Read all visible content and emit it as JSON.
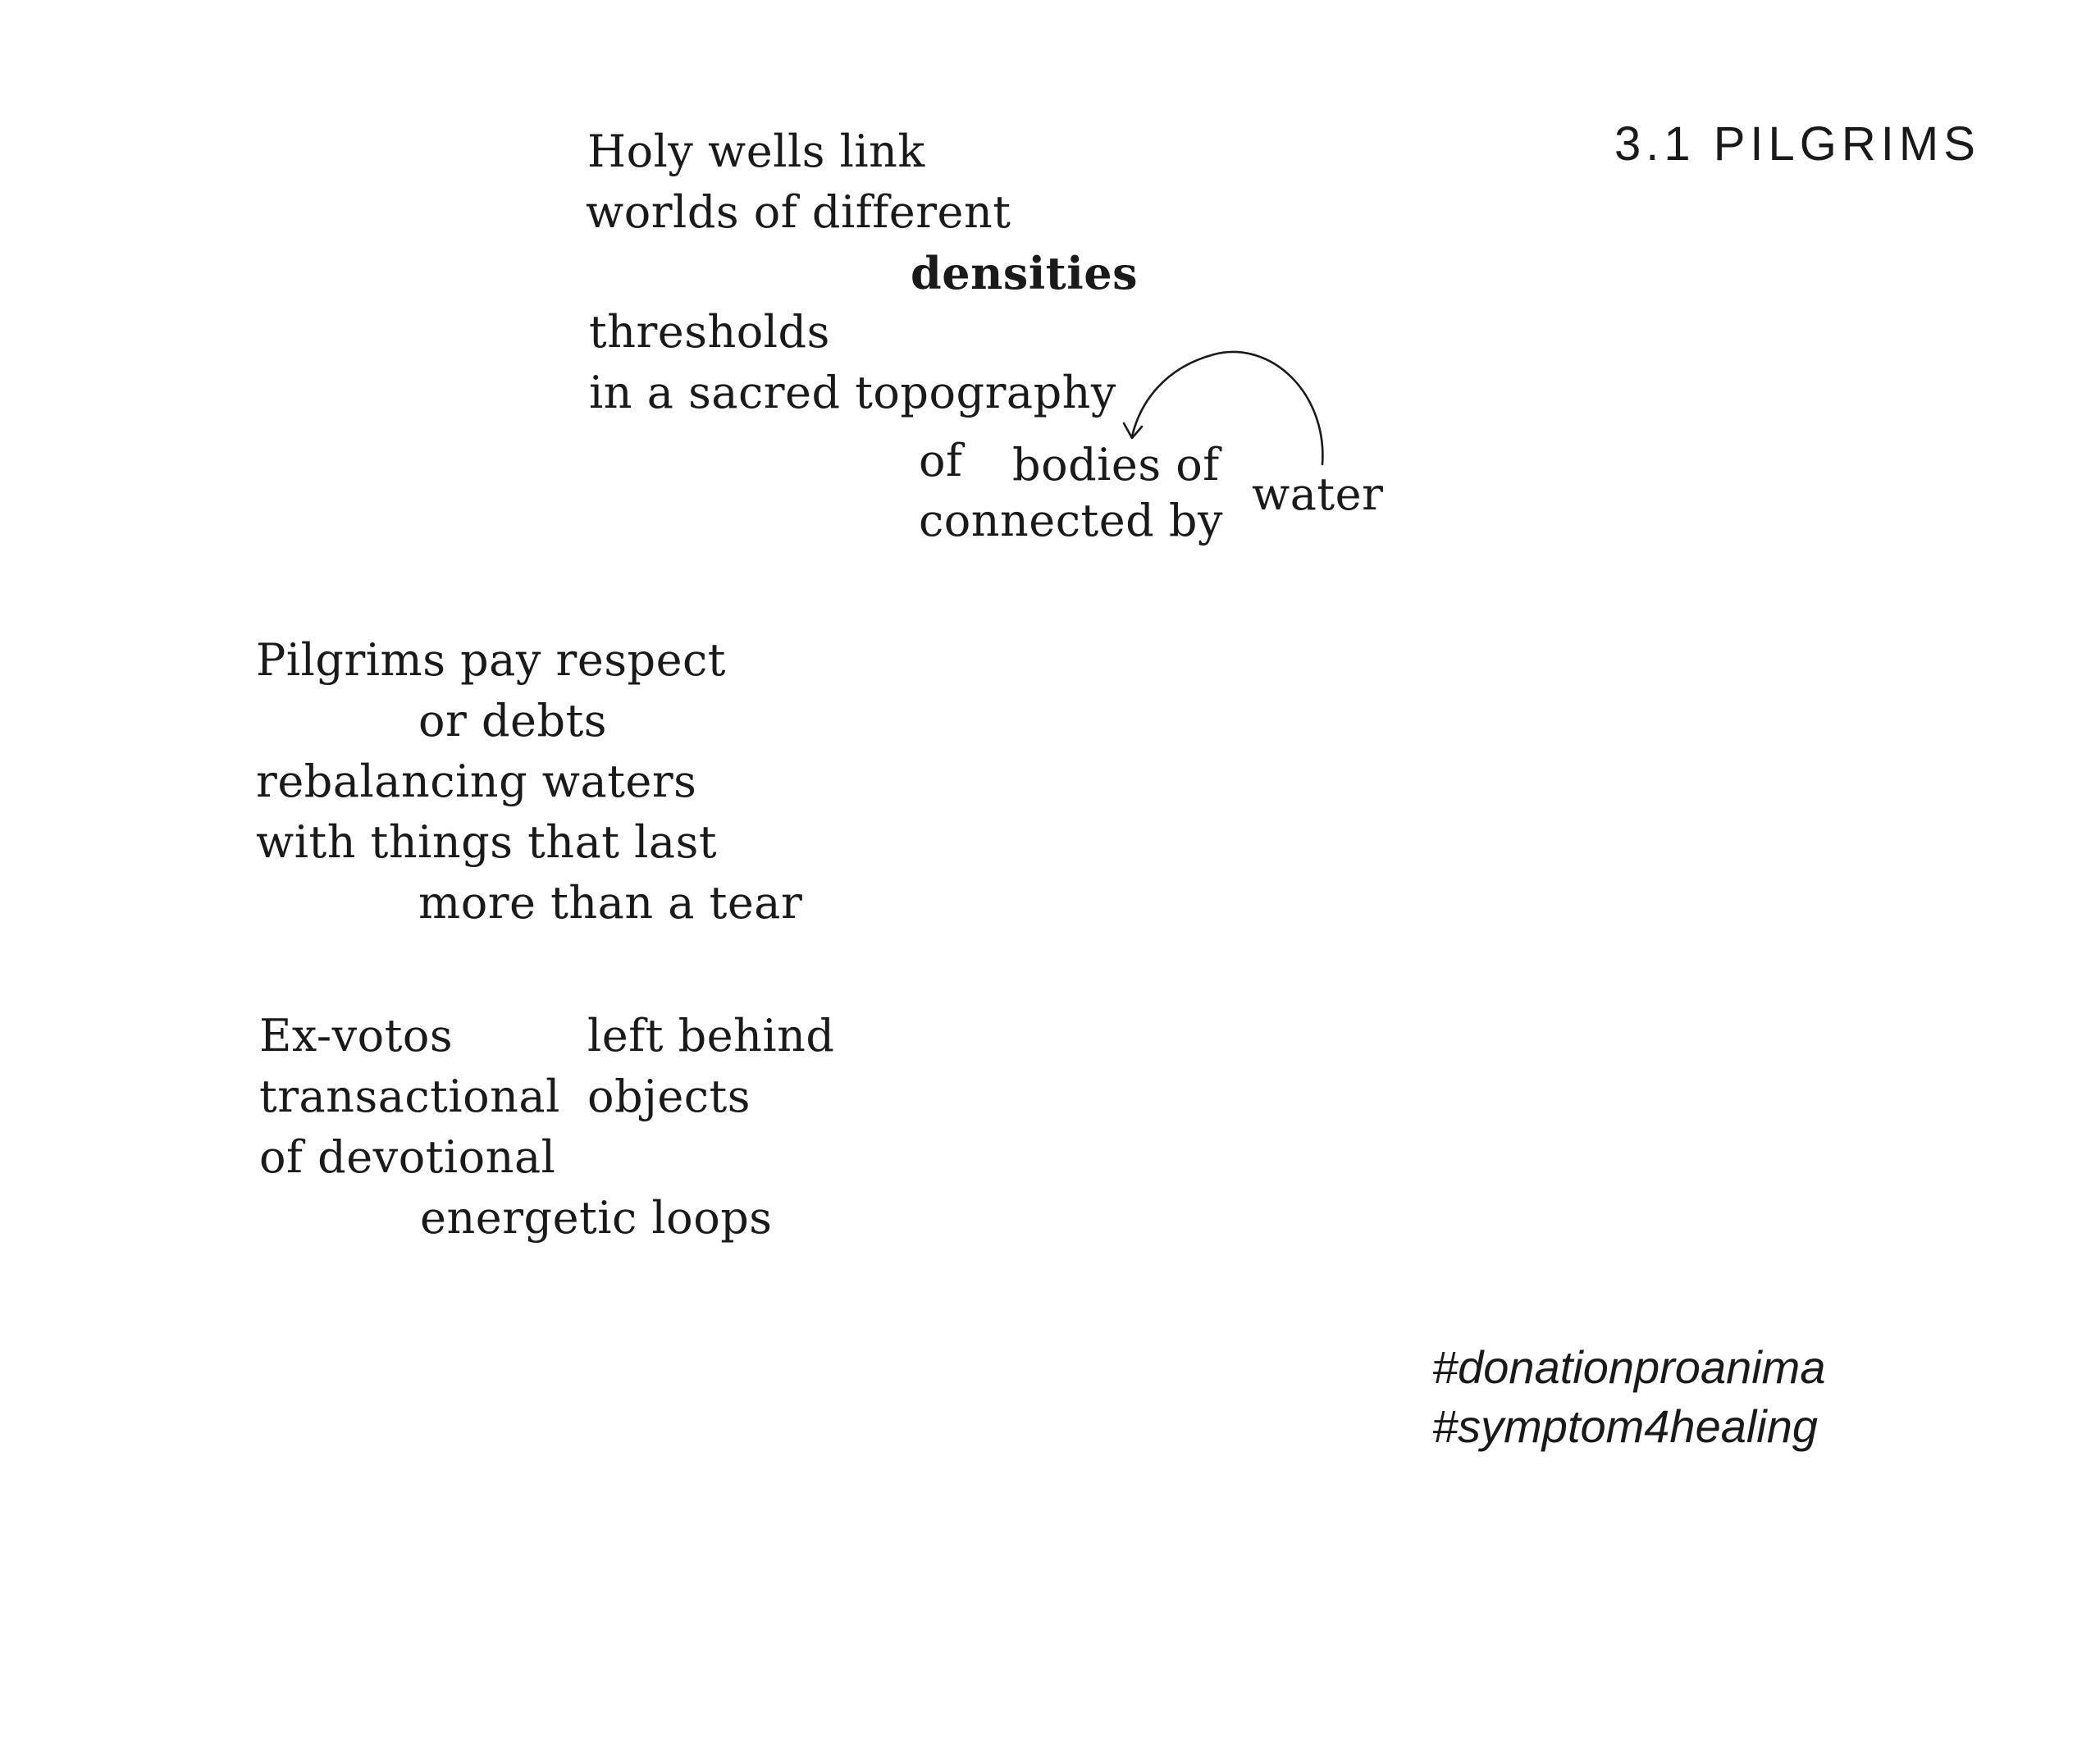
{
  "heading": "3.1 PILGRIMS",
  "stanza1": {
    "line1": "Holy wells link",
    "line2": "worlds of different",
    "line3": "densities",
    "line4": "thresholds",
    "line5": "in a sacred topography",
    "of": "of",
    "bodies_of": "bodies of",
    "connected_by": "connected by",
    "water": "water"
  },
  "stanza2": {
    "line1": "Pilgrims pay respect",
    "line2": "or debts",
    "line3": "rebalancing waters",
    "line4": "with things that last",
    "line5": "more than a tear"
  },
  "stanza3": {
    "ex_votos": "Ex-votos",
    "left_behind": "left behind",
    "transactional": "transactional",
    "objects": "objects",
    "of_devotional": "of devotional",
    "energetic_loops": "energetic loops"
  },
  "hashtags": [
    "#donationproanima",
    "#symptom4healing"
  ],
  "icons": {
    "arrow": "curved-arrow-icon"
  }
}
